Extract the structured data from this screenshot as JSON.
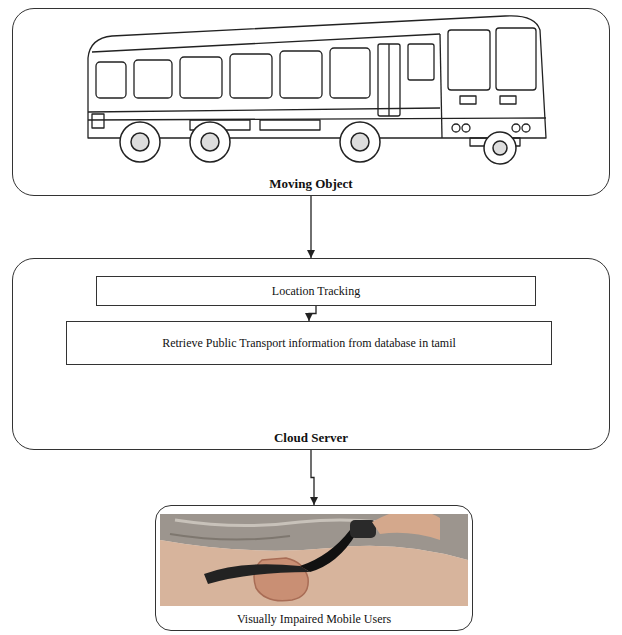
{
  "diagram": {
    "nodes": [
      {
        "text": [
          "Moving Object"
        ]
      },
      {
        "text": [
          "Cloud Server"
        ]
      },
      {
        "text": [
          "Location Tracking"
        ],
        "in": 1
      },
      {
        "text": [
          "Retrieve Public Transport information from database in tamil"
        ],
        "in": 1
      },
      {
        "text": [
          "Visually Impaired Mobile Users"
        ]
      }
    ],
    "edges": [
      {
        "from": 0,
        "to": 1,
        "arrow": "to"
      },
      {
        "from": 2,
        "to": 3,
        "arrow": "to"
      },
      {
        "from": 1,
        "to": 4,
        "arrow": "to"
      }
    ]
  }
}
